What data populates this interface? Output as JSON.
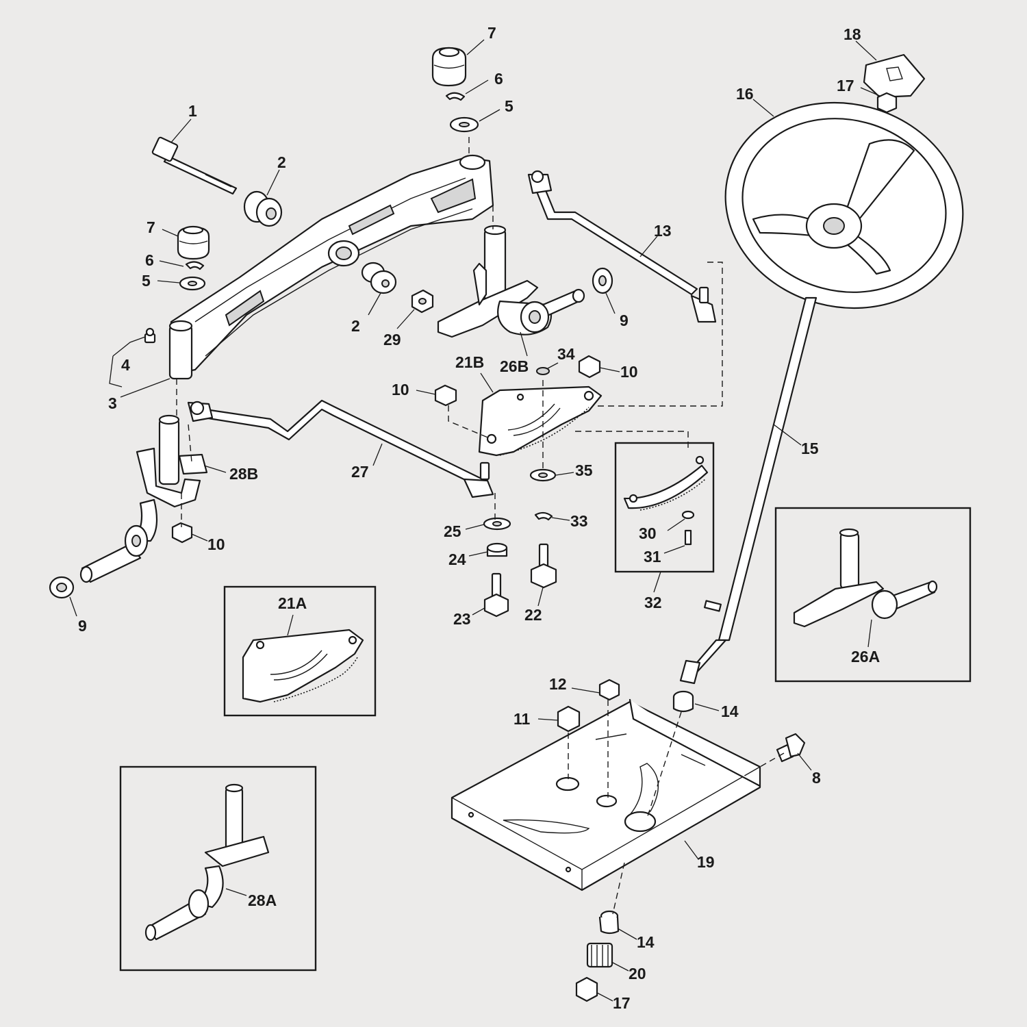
{
  "diagram": {
    "callouts": {
      "c1": "1",
      "c2a": "2",
      "c2b": "2",
      "c3": "3",
      "c4": "4",
      "c5a": "5",
      "c5b": "5",
      "c6a": "6",
      "c6b": "6",
      "c7a": "7",
      "c7b": "7",
      "c8": "8",
      "c9a": "9",
      "c9b": "9",
      "c10a": "10",
      "c10b": "10",
      "c10c": "10",
      "c11": "11",
      "c12": "12",
      "c13": "13",
      "c14a": "14",
      "c14b": "14",
      "c15": "15",
      "c16": "16",
      "c17a": "17",
      "c17b": "17",
      "c18": "18",
      "c19": "19",
      "c20": "20",
      "c21A": "21A",
      "c21B": "21B",
      "c22": "22",
      "c23": "23",
      "c24": "24",
      "c25": "25",
      "c26A": "26A",
      "c26B": "26B",
      "c27": "27",
      "c28A": "28A",
      "c28B": "28B",
      "c29": "29",
      "c30": "30",
      "c31": "31",
      "c32": "32",
      "c33": "33",
      "c34": "34",
      "c35": "35"
    },
    "insets": {
      "sector_gear_21a": "21A",
      "spindle_26a": "26A",
      "spindle_28a": "28A",
      "sector_kit_32": "32"
    }
  }
}
